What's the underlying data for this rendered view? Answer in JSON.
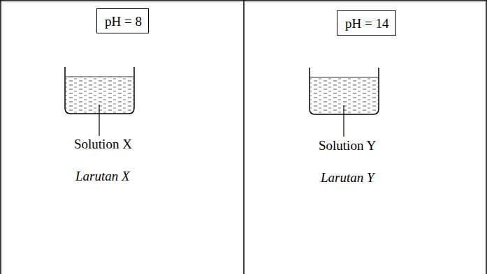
{
  "diagram": {
    "nodes": [
      {
        "text": [
          "pH = 8"
        ]
      },
      {
        "text": [
          "pH = 14"
        ]
      }
    ],
    "labels": [
      "Solution X",
      "Larutan X",
      "Solution Y",
      "Larutan Y"
    ]
  }
}
